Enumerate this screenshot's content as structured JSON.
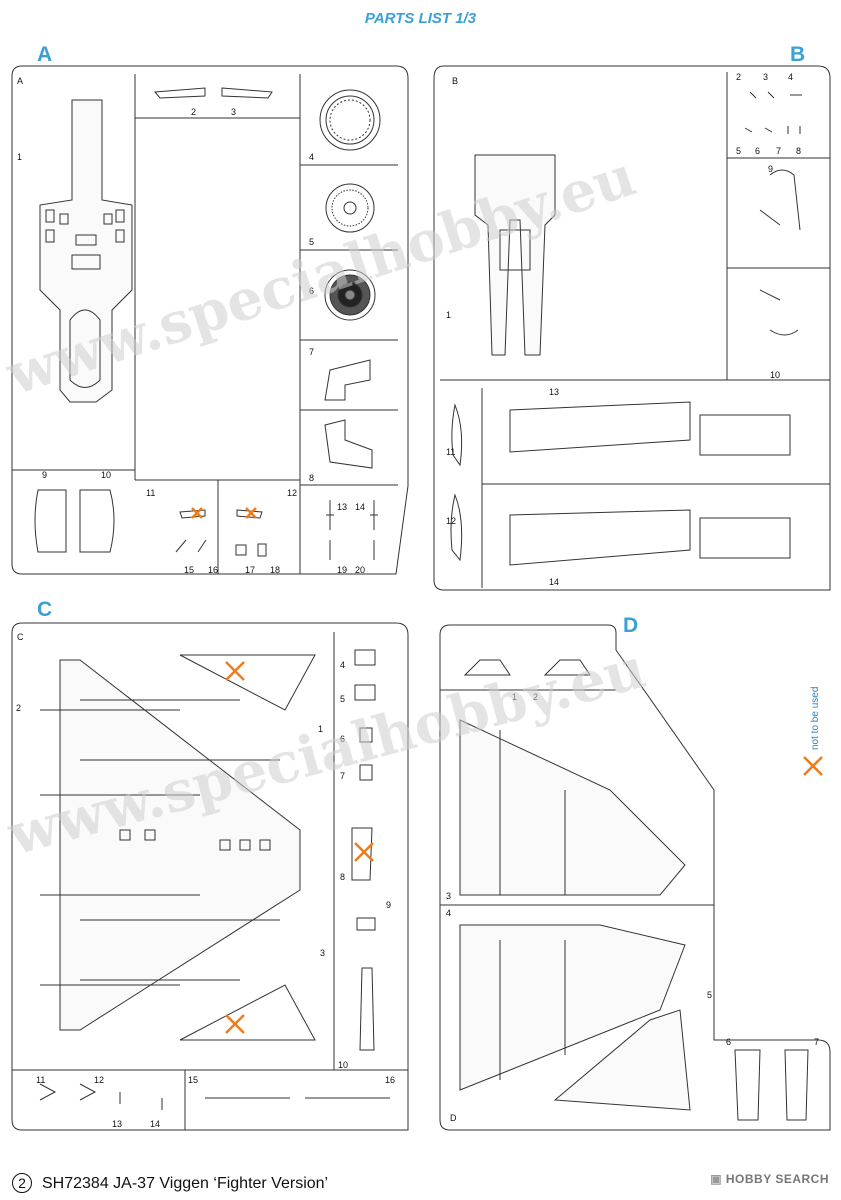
{
  "title": "PARTS LIST 1/3",
  "sprues": {
    "A": {
      "letter": "A",
      "corner": "A",
      "parts": [
        "1",
        "2",
        "3",
        "4",
        "5",
        "6",
        "7",
        "8",
        "9",
        "10",
        "11",
        "12",
        "13",
        "14",
        "15",
        "16",
        "17",
        "18",
        "19",
        "20"
      ]
    },
    "B": {
      "letter": "B",
      "corner": "B",
      "parts": [
        "1",
        "2",
        "3",
        "4",
        "5",
        "6",
        "7",
        "8",
        "9",
        "10",
        "11",
        "12",
        "13",
        "14"
      ]
    },
    "C": {
      "letter": "C",
      "corner": "C",
      "parts": [
        "1",
        "2",
        "3",
        "4",
        "5",
        "6",
        "7",
        "8",
        "9",
        "10",
        "11",
        "12",
        "13",
        "14",
        "15",
        "16"
      ]
    },
    "D": {
      "letter": "D",
      "corner": "D",
      "parts": [
        "1",
        "2",
        "3",
        "4",
        "5",
        "6",
        "7"
      ]
    }
  },
  "not_to_be_used_note": "not to be used",
  "watermark": "www.specialhobby.eu",
  "footer": {
    "page_number": "2",
    "kit_text": "SH72384  JA-37 Viggen ‘Fighter Version’",
    "logo_text": "HOBBY SEARCH"
  },
  "colors": {
    "accent": "#3aa0d8",
    "outline": "#333333",
    "not_used_cross": "#f07b1a"
  }
}
